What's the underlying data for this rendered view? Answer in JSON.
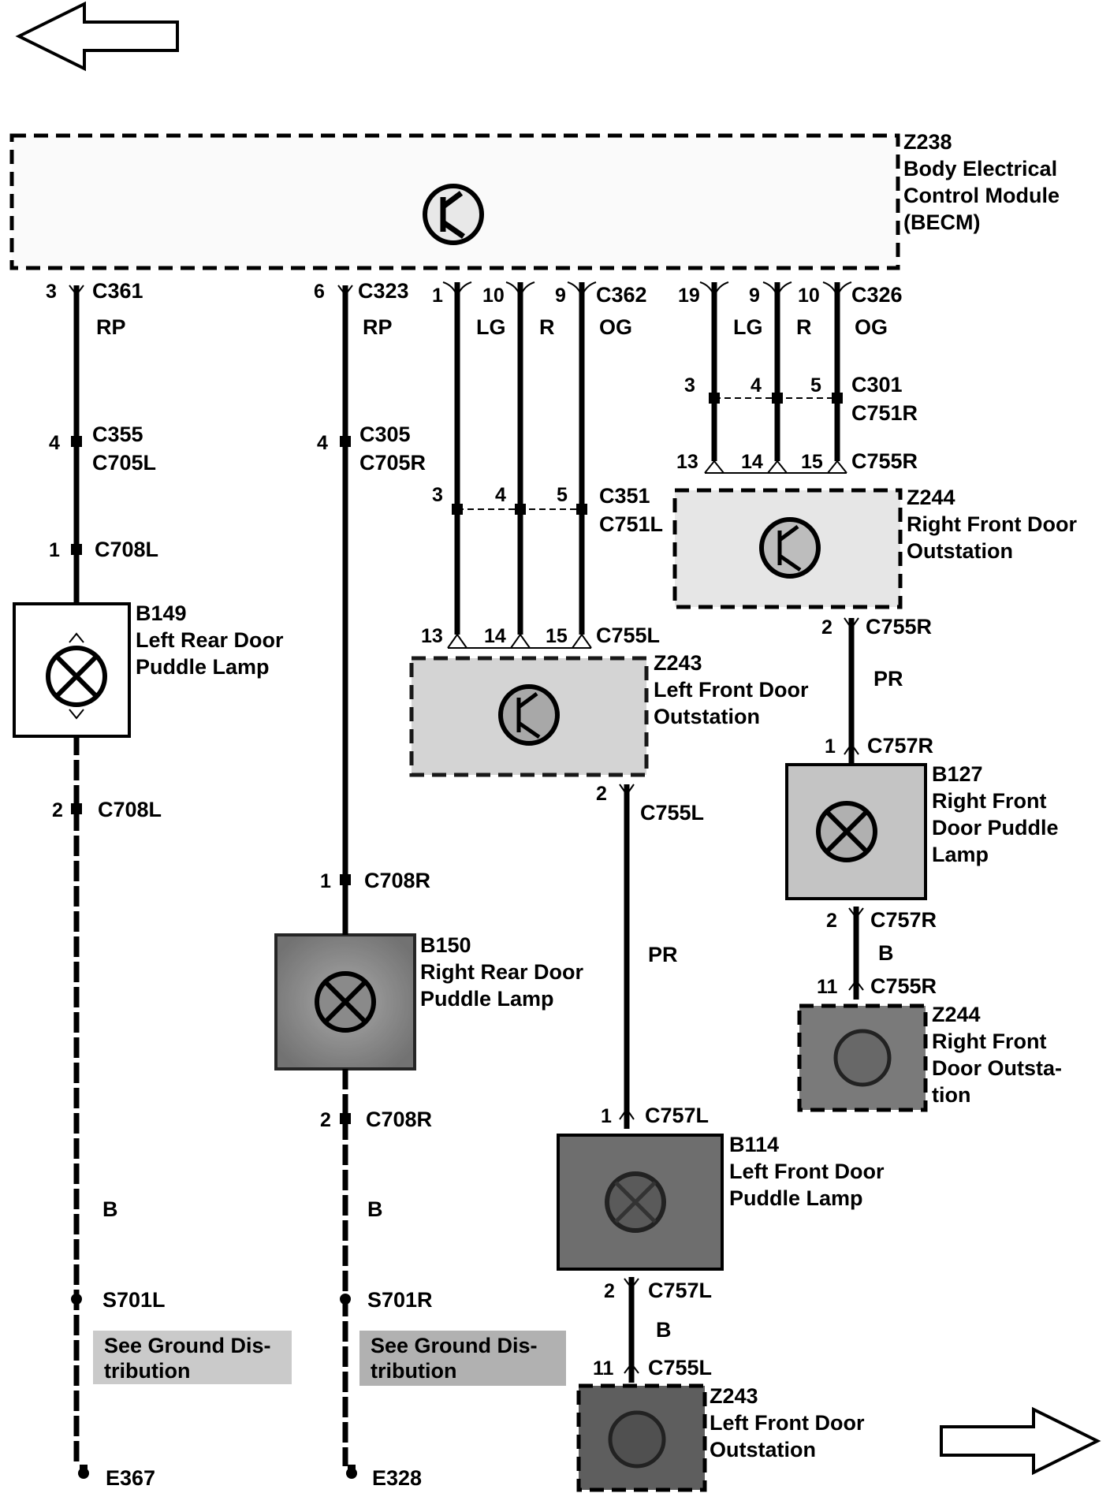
{
  "modules": {
    "becm": {
      "id": "Z238",
      "name_lines": [
        "Body Electrical",
        "Control Module",
        "(BECM)"
      ]
    },
    "lf_outstation": {
      "id": "Z243",
      "name_lines": [
        "Left Front Door",
        "Outstation"
      ]
    },
    "rf_outstation": {
      "id": "Z244",
      "name_lines": [
        "Right Front Door",
        "Outstation"
      ]
    },
    "rf_outstation_2": {
      "id": "Z244",
      "name_lines": [
        "Right Front",
        "Door Outsta-",
        "tion"
      ]
    },
    "lf_outstation_2": {
      "id": "Z243",
      "name_lines": [
        "Left Front Door",
        "Outstation"
      ]
    }
  },
  "lamps": {
    "b149": {
      "id": "B149",
      "name_lines": [
        "Left Rear Door",
        "Puddle Lamp"
      ]
    },
    "b150": {
      "id": "B150",
      "name_lines": [
        "Right Rear Door",
        "Puddle Lamp"
      ]
    },
    "b114": {
      "id": "B114",
      "name_lines": [
        "Left Front Door",
        "Puddle Lamp"
      ]
    },
    "b127": {
      "id": "B127",
      "name_lines": [
        "Right Front",
        "Door Puddle",
        "Lamp"
      ]
    }
  },
  "col1": {
    "top_pin": "3",
    "top_conn": "C361",
    "wire_color": "RP",
    "c355_pin": "4",
    "c355": "C355",
    "c705l": "C705L",
    "c708l_pin1": "1",
    "c708l_1": "C708L",
    "c708l_pin2": "2",
    "c708l_2": "C708L",
    "ground_wire": "B",
    "splice": "S701L",
    "ground_note_lines": [
      "See Ground Dis-",
      "tribution"
    ],
    "ground": "E367"
  },
  "col2": {
    "top_pin": "6",
    "top_conn": "C323",
    "wire_color": "RP",
    "c305_pin": "4",
    "c305": "C305",
    "c705r": "C705R",
    "c708r_pin1": "1",
    "c708r_1": "C708R",
    "c708r_pin2": "2",
    "c708r_2": "C708R",
    "ground_wire": "B",
    "splice": "S701R",
    "ground_note_lines": [
      "See Ground Dis-",
      "tribution"
    ],
    "ground": "E328"
  },
  "bus_left": {
    "pins_top": [
      "1",
      "10",
      "9"
    ],
    "conn_top": "C362",
    "colors": [
      "LG",
      "R",
      "OG"
    ],
    "pins_mid": [
      "3",
      "4",
      "5"
    ],
    "conn_mid_1": "C351",
    "conn_mid_2": "C751L",
    "pins_bottom": [
      "13",
      "14",
      "15"
    ],
    "conn_bottom": "C755L"
  },
  "bus_right": {
    "pins_top": [
      "19",
      "9",
      "10"
    ],
    "conn_top": "C326",
    "colors": [
      "LG",
      "R",
      "OG"
    ],
    "pins_mid": [
      "3",
      "4",
      "5"
    ],
    "conn_mid_1": "C301",
    "conn_mid_2": "C751R",
    "pins_bottom": [
      "13",
      "14",
      "15"
    ],
    "conn_bottom": "C755R"
  },
  "lf_branch": {
    "out_pin": "2",
    "out_conn": "C755L",
    "wire_color": "PR",
    "lamp_in_pin": "1",
    "lamp_in_conn": "C757L",
    "lamp_out_pin": "2",
    "lamp_out_conn": "C757L",
    "return_wire": "B",
    "ret_pin": "11",
    "ret_conn": "C755L"
  },
  "rf_branch": {
    "out_pin": "2",
    "out_conn": "C755R",
    "wire_color": "PR",
    "lamp_in_pin": "1",
    "lamp_in_conn": "C757R",
    "lamp_out_pin": "2",
    "lamp_out_conn": "C757R",
    "return_wire": "B",
    "ret_pin": "11",
    "ret_conn": "C755R"
  },
  "nav": {
    "back_icon": "left-arrow-icon",
    "forward_icon": "right-arrow-icon"
  }
}
